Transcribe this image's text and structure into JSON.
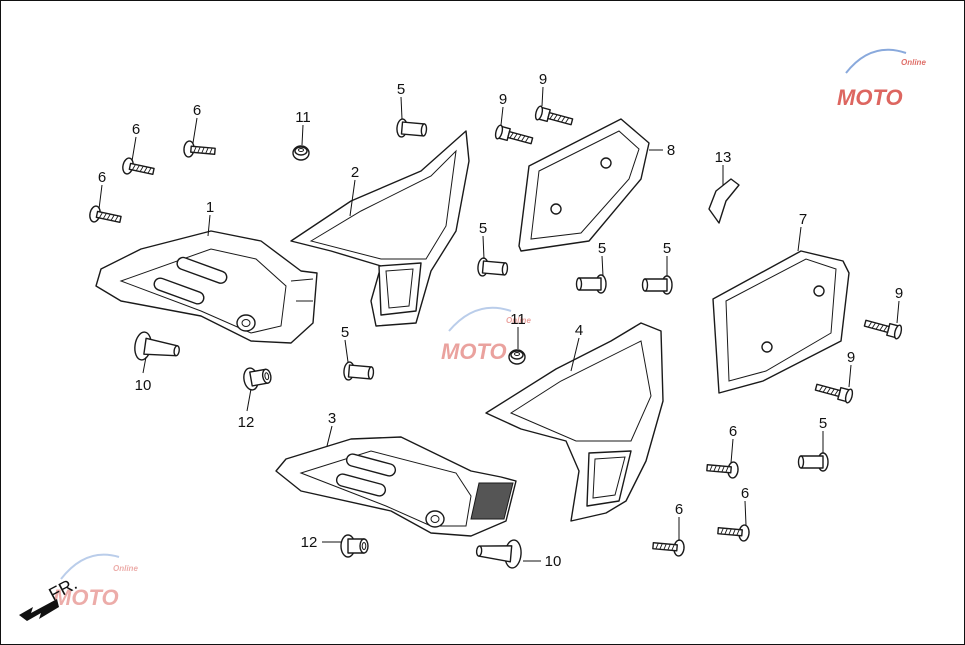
{
  "diagram": {
    "callouts": [
      {
        "id": "c1",
        "text": "1"
      },
      {
        "id": "c2",
        "text": "2"
      },
      {
        "id": "c3",
        "text": "3"
      },
      {
        "id": "c4",
        "text": "4"
      },
      {
        "id": "c5a",
        "text": "5"
      },
      {
        "id": "c5b",
        "text": "5"
      },
      {
        "id": "c5c",
        "text": "5"
      },
      {
        "id": "c5d",
        "text": "5"
      },
      {
        "id": "c5e",
        "text": "5"
      },
      {
        "id": "c5f",
        "text": "5"
      },
      {
        "id": "c6a",
        "text": "6"
      },
      {
        "id": "c6b",
        "text": "6"
      },
      {
        "id": "c6c",
        "text": "6"
      },
      {
        "id": "c6d",
        "text": "6"
      },
      {
        "id": "c6e",
        "text": "6"
      },
      {
        "id": "c6f",
        "text": "6"
      },
      {
        "id": "c7",
        "text": "7"
      },
      {
        "id": "c8",
        "text": "8"
      },
      {
        "id": "c9a",
        "text": "9"
      },
      {
        "id": "c9b",
        "text": "9"
      },
      {
        "id": "c9c",
        "text": "9"
      },
      {
        "id": "c9d",
        "text": "9"
      },
      {
        "id": "c10a",
        "text": "10"
      },
      {
        "id": "c10b",
        "text": "10"
      },
      {
        "id": "c11a",
        "text": "11"
      },
      {
        "id": "c11b",
        "text": "11"
      },
      {
        "id": "c12a",
        "text": "12"
      },
      {
        "id": "c12b",
        "text": "12"
      },
      {
        "id": "c13",
        "text": "13"
      }
    ],
    "direction_label": "FR.",
    "watermark_text": "MOTO",
    "watermark_subtext": "Online",
    "colors": {
      "line": "#1a1a1a",
      "watermark_red": "#d2332b",
      "watermark_blue": "#3a6fc4"
    }
  }
}
